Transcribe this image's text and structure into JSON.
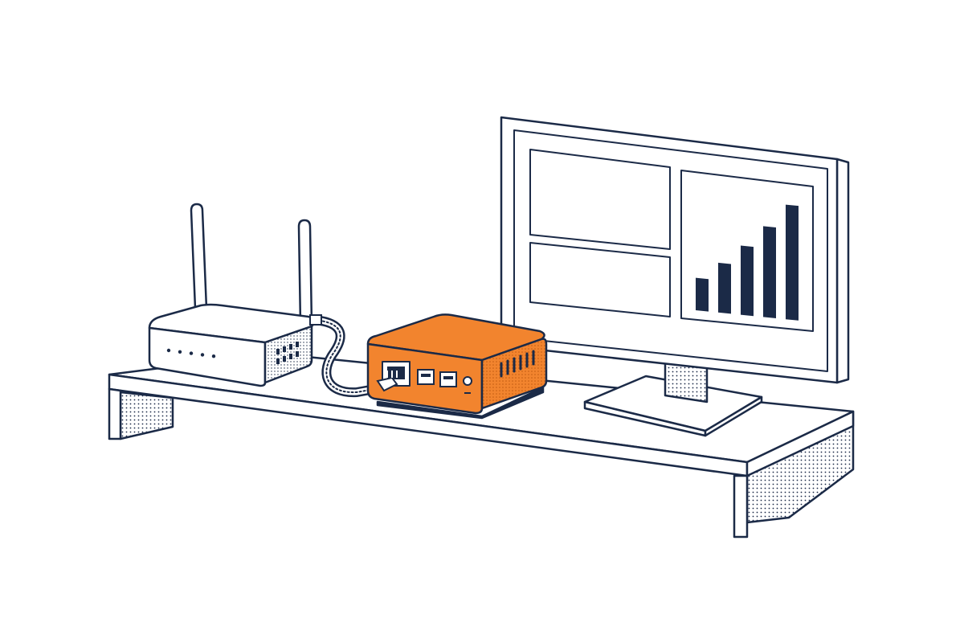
{
  "colors": {
    "background": "#ffffff",
    "ink": "#1b2a47",
    "accent": "#f2842e",
    "accent_dark": "#d96f1f",
    "surface": "#ffffff",
    "chart_bar": "#1b2a47"
  },
  "icons": {
    "router": "router-icon",
    "mini_pc": "mini-pc-icon",
    "monitor": "monitor-icon",
    "cable": "ethernet-cable-icon"
  },
  "router": {
    "status_led_count": 5
  },
  "mini_pc": {
    "usb_port_count": 2
  },
  "monitor_screen": {
    "panel_count": 3,
    "chart_data": {
      "type": "bar",
      "values": [
        1.5,
        2.3,
        3.2,
        4.2,
        5.3
      ],
      "ylim": [
        0,
        5.5
      ],
      "grid": false
    }
  }
}
